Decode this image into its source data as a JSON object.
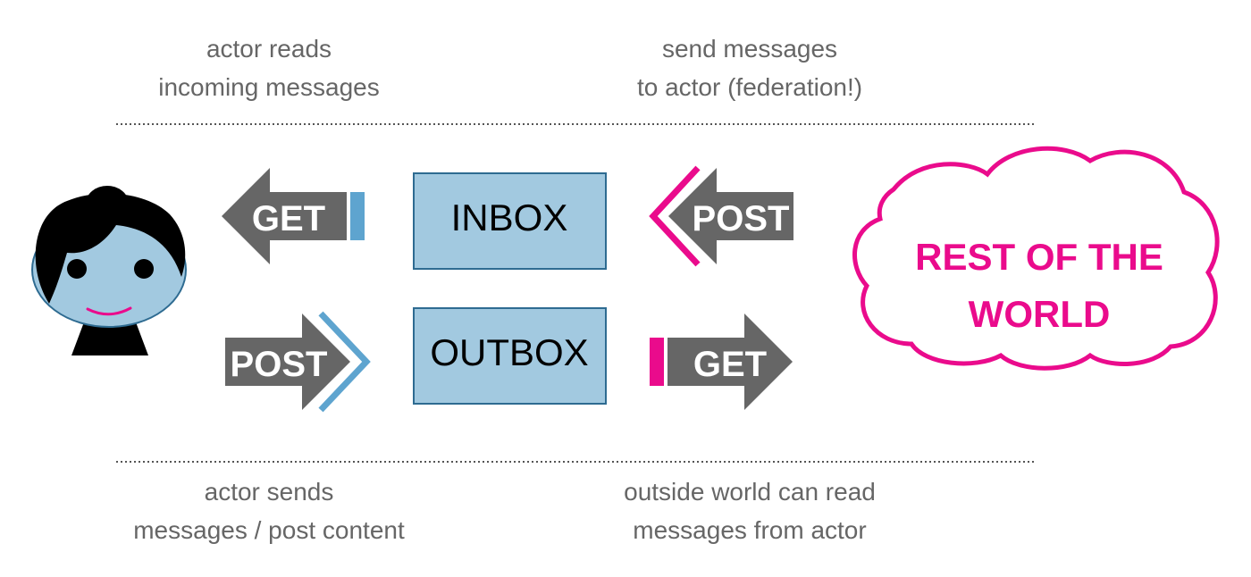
{
  "captions": {
    "actor_reads": {
      "line1": "actor reads",
      "line2": "incoming messages"
    },
    "send_to_actor": {
      "line1": "send messages",
      "line2": "to actor (federation!)"
    },
    "actor_sends": {
      "line1": "actor sends",
      "line2": "messages / post content"
    },
    "outside_reads": {
      "line1": "outside world can read",
      "line2": "messages from actor"
    }
  },
  "boxes": {
    "inbox": "INBOX",
    "outbox": "OUTBOX"
  },
  "arrows": {
    "inbox_get": "GET",
    "inbox_post": "POST",
    "outbox_post": "POST",
    "outbox_get": "GET"
  },
  "cloud": {
    "line1": "REST OF THE",
    "line2": "WORLD"
  },
  "colors": {
    "arrow_gray": "#666666",
    "box_fill": "#a2c9e0",
    "box_border": "#2e6b91",
    "actor_accent": "#5ea4cf",
    "world_accent": "#ea0b8c",
    "caption_text": "#666666"
  }
}
